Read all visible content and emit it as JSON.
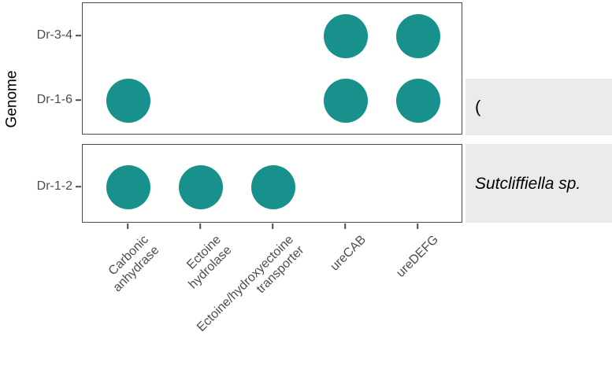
{
  "chart_data": {
    "type": "scatter",
    "title": "",
    "xlabel": "",
    "ylabel": "Genome",
    "grid": false,
    "legend": "none",
    "marker": "filled-circle",
    "marker_color": "#18908c",
    "categories": [
      "Carbonic anhydrase",
      "Ectoine hydrolase",
      "Ectoine/hydroxyectoine transporter",
      "ureCAB",
      "ureDEFG"
    ],
    "facets": [
      {
        "strip_label": "(",
        "strip_label_truncated": true,
        "rows": [
          "Dr-3-4",
          "Dr-1-6"
        ],
        "points": [
          {
            "row": "Dr-3-4",
            "category": "ureCAB",
            "present": 1
          },
          {
            "row": "Dr-3-4",
            "category": "ureDEFG",
            "present": 1
          },
          {
            "row": "Dr-1-6",
            "category": "Carbonic anhydrase",
            "present": 1
          },
          {
            "row": "Dr-1-6",
            "category": "ureCAB",
            "present": 1
          },
          {
            "row": "Dr-1-6",
            "category": "ureDEFG",
            "present": 1
          }
        ]
      },
      {
        "strip_label": "Sutcliffiella sp.",
        "strip_label_truncated": true,
        "rows": [
          "Dr-1-2"
        ],
        "points": [
          {
            "row": "Dr-1-2",
            "category": "Carbonic anhydrase",
            "present": 1
          },
          {
            "row": "Dr-1-2",
            "category": "Ectoine hydrolase",
            "present": 1
          },
          {
            "row": "Dr-1-2",
            "category": "Ectoine/hydroxyectoine transporter",
            "present": 1
          }
        ]
      }
    ]
  },
  "axis": {
    "y_title": "Genome",
    "y_ticks_top_panel": [
      "Dr-3-4",
      "Dr-1-6"
    ],
    "y_ticks_bottom_panel": [
      "Dr-1-2"
    ],
    "x_ticks": [
      {
        "line1": "Carbonic",
        "line2": "anhydrase"
      },
      {
        "line1": "Ectoine",
        "line2": "hydrolase"
      },
      {
        "line1": "Ectoine/hydroxyectoine",
        "line2": "transporter"
      },
      {
        "line1": "ureCAB",
        "line2": ""
      },
      {
        "line1": "ureDEFG",
        "line2": ""
      }
    ]
  },
  "facet_strips": {
    "top": "(",
    "bottom": "Sutcliffiella sp."
  },
  "colors": {
    "dot": "#18908c",
    "panel_border": "#4a4a4a",
    "strip_bg": "#ebebeb",
    "tick_text": "#4d4d4d",
    "axis_title": "#000000"
  }
}
